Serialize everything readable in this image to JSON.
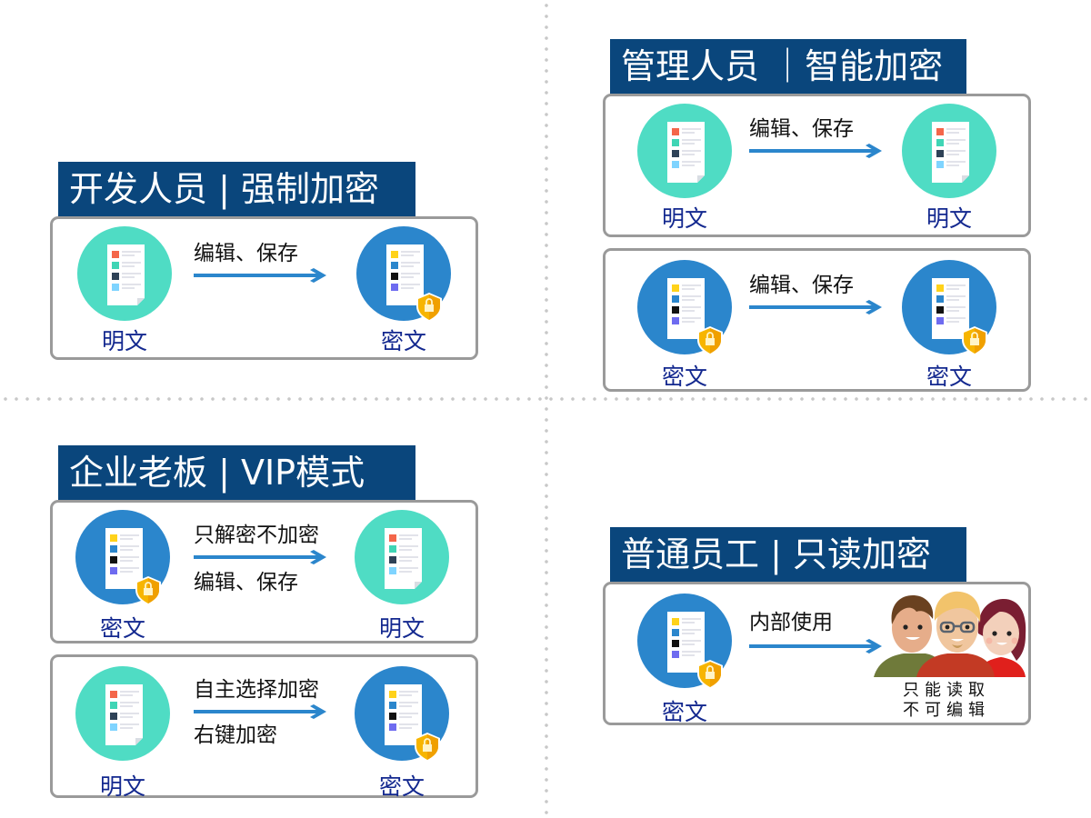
{
  "colors": {
    "title_bg": "#0a467c",
    "panel_border": "#9a9a9a",
    "plain_circle": "#4fdcc4",
    "cipher_circle": "#2b86cc",
    "label_text": "#13288f",
    "arrow": "#2b86cc",
    "shield": "#f7b500"
  },
  "icons": {
    "plain": "plaintext-document-icon",
    "cipher": "encrypted-document-shield-icon",
    "people": "people-group-icon"
  },
  "sections": {
    "developer": {
      "title": "开发人员 | 强制加密",
      "flows": [
        {
          "from": "明文",
          "from_type": "plain",
          "to": "密文",
          "to_type": "cipher",
          "caption_top": "编辑、保存",
          "caption_bottom": ""
        }
      ]
    },
    "manager": {
      "title": "管理人员 ｜智能加密",
      "flows": [
        {
          "from": "明文",
          "from_type": "plain",
          "to": "明文",
          "to_type": "plain",
          "caption_top": "编辑、保存",
          "caption_bottom": ""
        },
        {
          "from": "密文",
          "from_type": "cipher",
          "to": "密文",
          "to_type": "cipher",
          "caption_top": "编辑、保存",
          "caption_bottom": ""
        }
      ]
    },
    "boss": {
      "title": "企业老板 | VIP模式",
      "flows": [
        {
          "from": "密文",
          "from_type": "cipher",
          "to": "明文",
          "to_type": "plain",
          "caption_top": "只解密不加密",
          "caption_bottom": "编辑、保存"
        },
        {
          "from": "明文",
          "from_type": "plain",
          "to": "密文",
          "to_type": "cipher",
          "caption_top": "自主选择加密",
          "caption_bottom": "右键加密"
        }
      ]
    },
    "employee": {
      "title": "普通员工 | 只读加密",
      "flows": [
        {
          "from": "密文",
          "from_type": "cipher",
          "to_type": "people",
          "caption_top": "内部使用",
          "caption_bottom": "",
          "people_caption_line1": "只能读取",
          "people_caption_line2": "不可编辑"
        }
      ]
    }
  }
}
